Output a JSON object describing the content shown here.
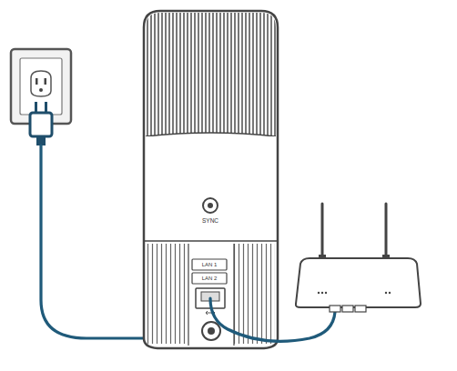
{
  "diagram": {
    "labels": [
      "SYNC",
      "LAN 1",
      "LAN 2"
    ]
  }
}
